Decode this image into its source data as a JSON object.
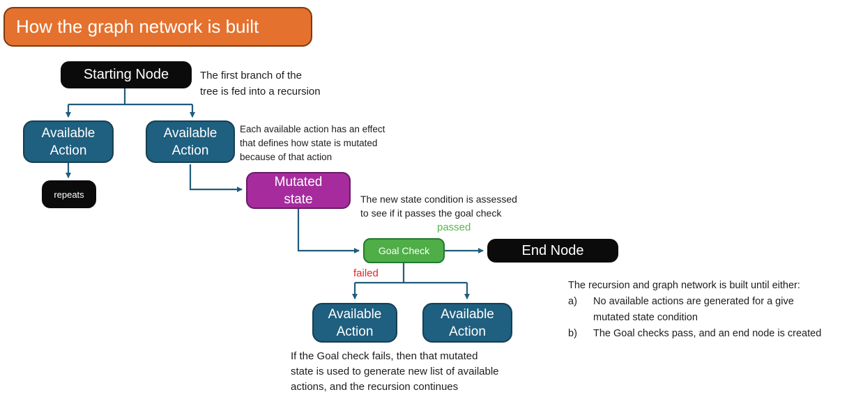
{
  "title": {
    "label": "How the graph network is built"
  },
  "colors": {
    "title_fill": "#E4712E",
    "title_border": "#7E3A0E",
    "node_black": "#0B0B0B",
    "node_teal": "#1F5F7F",
    "node_teal_border": "#153F54",
    "node_purple": "#A62C9E",
    "node_purple_border": "#6B1A66",
    "node_green": "#4FAE47",
    "node_green_border": "#217A2E",
    "arrow": "#1F5C7C",
    "passed_label": "#54B948",
    "failed_label": "#EC2024"
  },
  "nodes": {
    "starting_node": "Starting Node",
    "available_action_top_left": "Available Action",
    "available_action_top_right": "Available Action",
    "repeats": "repeats",
    "mutated_state": "Mutated state",
    "goal_check": "Goal Check",
    "end_node": "End Node",
    "available_action_bottom_left": "Available Action",
    "available_action_bottom_right": "Available Action"
  },
  "edge_labels": {
    "passed": "passed",
    "failed": "failed"
  },
  "annotations": {
    "first_branch": "The first branch of the\ntree is fed into a recursion",
    "action_effect": "Each available action has an effect\nthat defines how state is mutated\nbecause of that action",
    "goal_assessment": "The new state condition is assessed\nto see if it passes the goal check",
    "failed_note": "If the Goal check fails, then that mutated\nstate is used to generate new list of available\nactions, and the recursion continues",
    "outcomes": {
      "intro": "The recursion and graph network is built until either:",
      "items": [
        {
          "marker": "a)",
          "text": "No available actions are generated for a give mutated state condition"
        },
        {
          "marker": "b)",
          "text": "The Goal checks pass, and an end node is created"
        }
      ]
    }
  }
}
